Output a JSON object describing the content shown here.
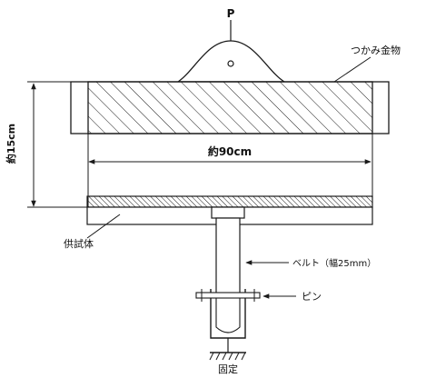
{
  "labels": {
    "load": "P",
    "clamp": "つかみ金物",
    "height": "約15cm",
    "width": "約90cm",
    "specimen": "供試体",
    "belt": "ベルト（幅25mm）",
    "pin": "ピン",
    "fixed": "固定"
  },
  "colors": {
    "ink": "#1a1a1a",
    "background": "#ffffff"
  }
}
